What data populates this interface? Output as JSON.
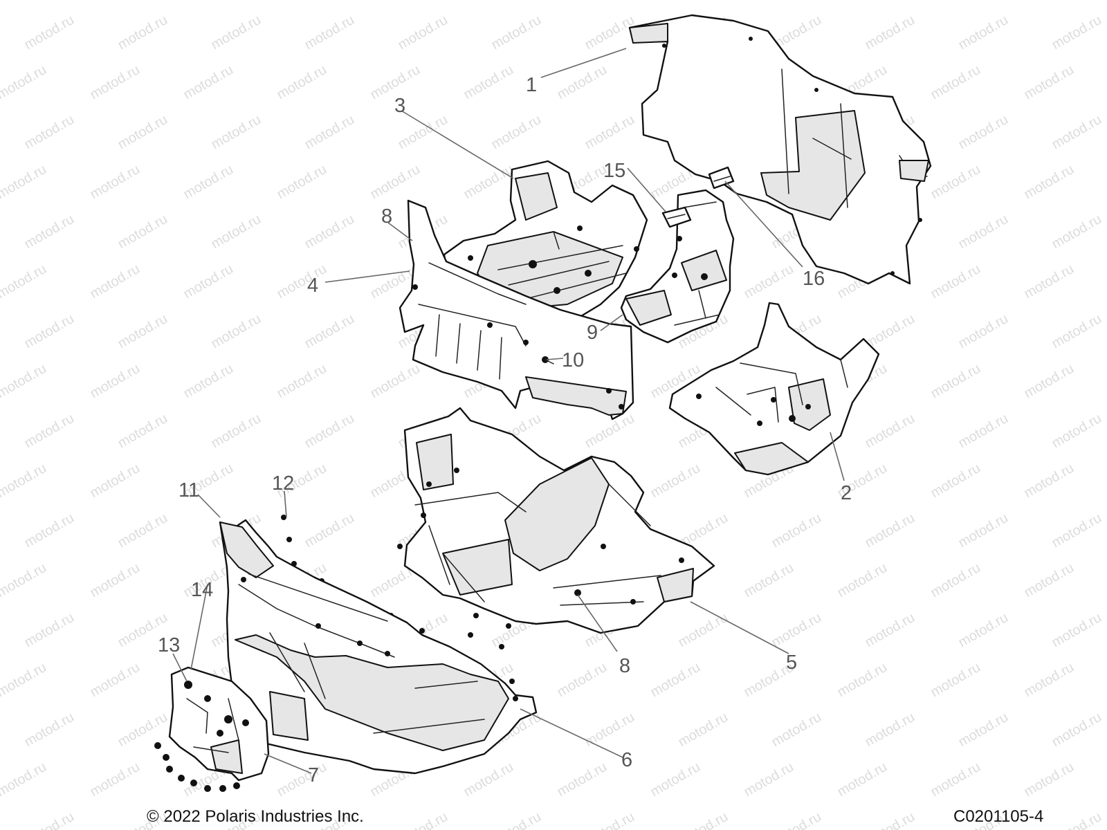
{
  "watermark": "motod.ru",
  "copyright": "© 2022 Polaris Industries Inc.",
  "figure_code": "C0201105-4",
  "callouts": [
    "1",
    "2",
    "3",
    "4",
    "5",
    "6",
    "7",
    "8",
    "8",
    "9",
    "10",
    "11",
    "12",
    "13",
    "14",
    "15",
    "16"
  ]
}
